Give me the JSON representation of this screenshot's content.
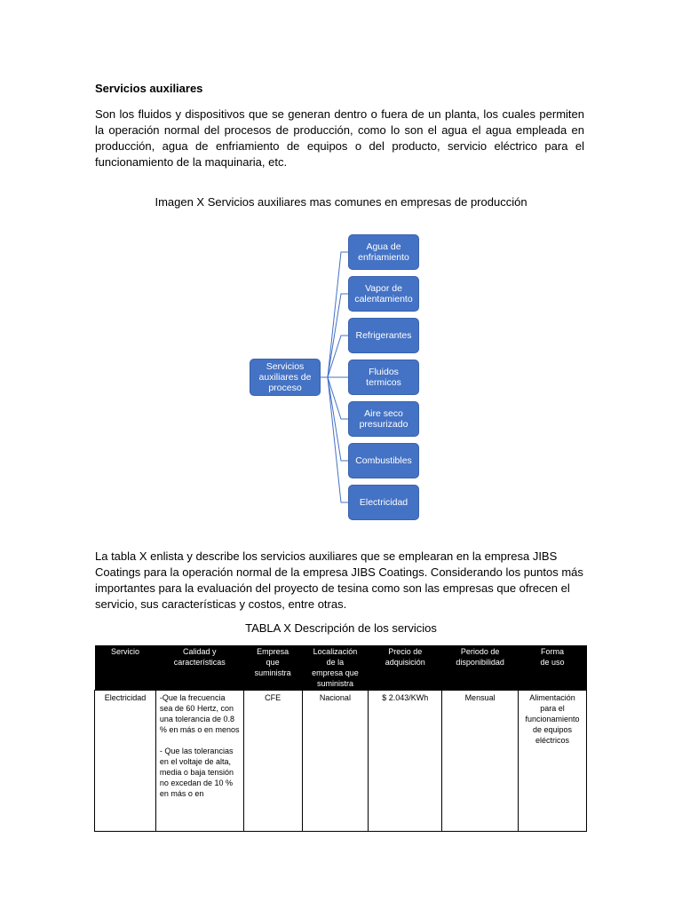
{
  "section": {
    "title": "Servicios auxiliares",
    "paragraph1": "Son los fluidos y dispositivos que se generan dentro o fuera de un planta, los cuales permiten la operación normal del procesos de producción, como lo son el agua el agua empleada en producción, agua de enfriamiento de equipos o del producto, servicio eléctrico para el funcionamiento de la maquinaria, etc.",
    "image_caption": "Imagen X Servicios auxiliares mas comunes en empresas de producción",
    "paragraph2": "La tabla X enlista y describe los servicios auxiliares que se emplearan en la empresa JIBS Coatings para la operación normal de la empresa JIBS Coatings. Considerando los puntos más importantes para la evaluación del proyecto de tesina como son las empresas que ofrecen el servicio, sus características y costos, entre otras.",
    "table_caption": "TABLA X Descripción de los servicios"
  },
  "diagram": {
    "root": "Servicios\nauxiliares de\nproceso",
    "children": [
      "Agua de\nenfriamiento",
      "Vapor de\ncalentamiento",
      "Refrigerantes",
      "Fluidos\ntermicos",
      "Aire seco\npresurizado",
      "Combustibles",
      "Electricidad"
    ],
    "colors": {
      "box": "#4472c4",
      "line": "#4472c4"
    }
  },
  "table": {
    "headers": [
      "Servicio",
      "Calidad y\ncaracterísticas",
      "Empresa\nque\nsuministra",
      "Localización\nde la\nempresa que\nsuministra",
      "Precio de\nadquisición",
      "Periodo de\ndisponibilidad",
      "Forma\nde uso"
    ],
    "row": {
      "servicio": "Electricidad",
      "calidad_p1": "-Que la frecuencia sea de 60 Hertz, con una tolerancia de 0.8 % en más o en menos",
      "calidad_p2": "- Que las tolerancias en el voltaje de alta, media o baja tensión no excedan de 10 % en más o en",
      "empresa": "CFE",
      "localizacion": "Nacional",
      "precio": "$ 2.043/KWh",
      "periodo": "Mensual",
      "forma": "Alimentación para el funcionamiento de equipos eléctricos"
    }
  }
}
